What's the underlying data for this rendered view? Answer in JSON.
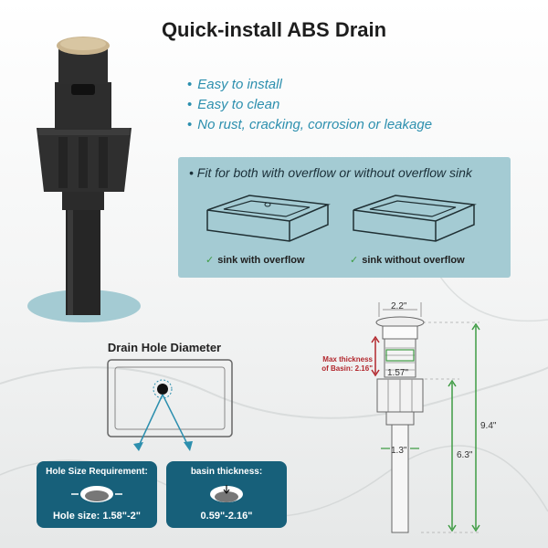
{
  "title": "Quick-install ABS Drain",
  "features": [
    "Easy to install",
    "Easy to clean",
    "No rust, cracking, corrosion or leakage"
  ],
  "bullet": "•",
  "panel": {
    "heading": "Fit for both with overflow or without overflow sink",
    "sinks": [
      {
        "label": "sink with overflow"
      },
      {
        "label": "sink without overflow"
      }
    ],
    "check_mark": "✓"
  },
  "drain_hole": {
    "title": "Drain Hole Diameter",
    "cards": [
      {
        "title": "Hole Size Requirement:",
        "value": "Hole size: 1.58\"-2\""
      },
      {
        "title": "basin thickness:",
        "value": "0.59\"-2.16\""
      }
    ]
  },
  "dimensions": {
    "cap_width": "2.2\"",
    "inner_width": "1.57\"",
    "max_thickness": [
      "Max thickness",
      "of Basin: 2.16\""
    ],
    "pipe_width": "1.3\"",
    "total_height": "9.4\"",
    "tail_height": "6.3\""
  },
  "colors": {
    "accent": "#2c8fae",
    "panel": "#a4cbd3",
    "card": "#17607a",
    "drain": "#2b2b2b",
    "cap": "#c9b48e",
    "red": "#b2272d"
  }
}
